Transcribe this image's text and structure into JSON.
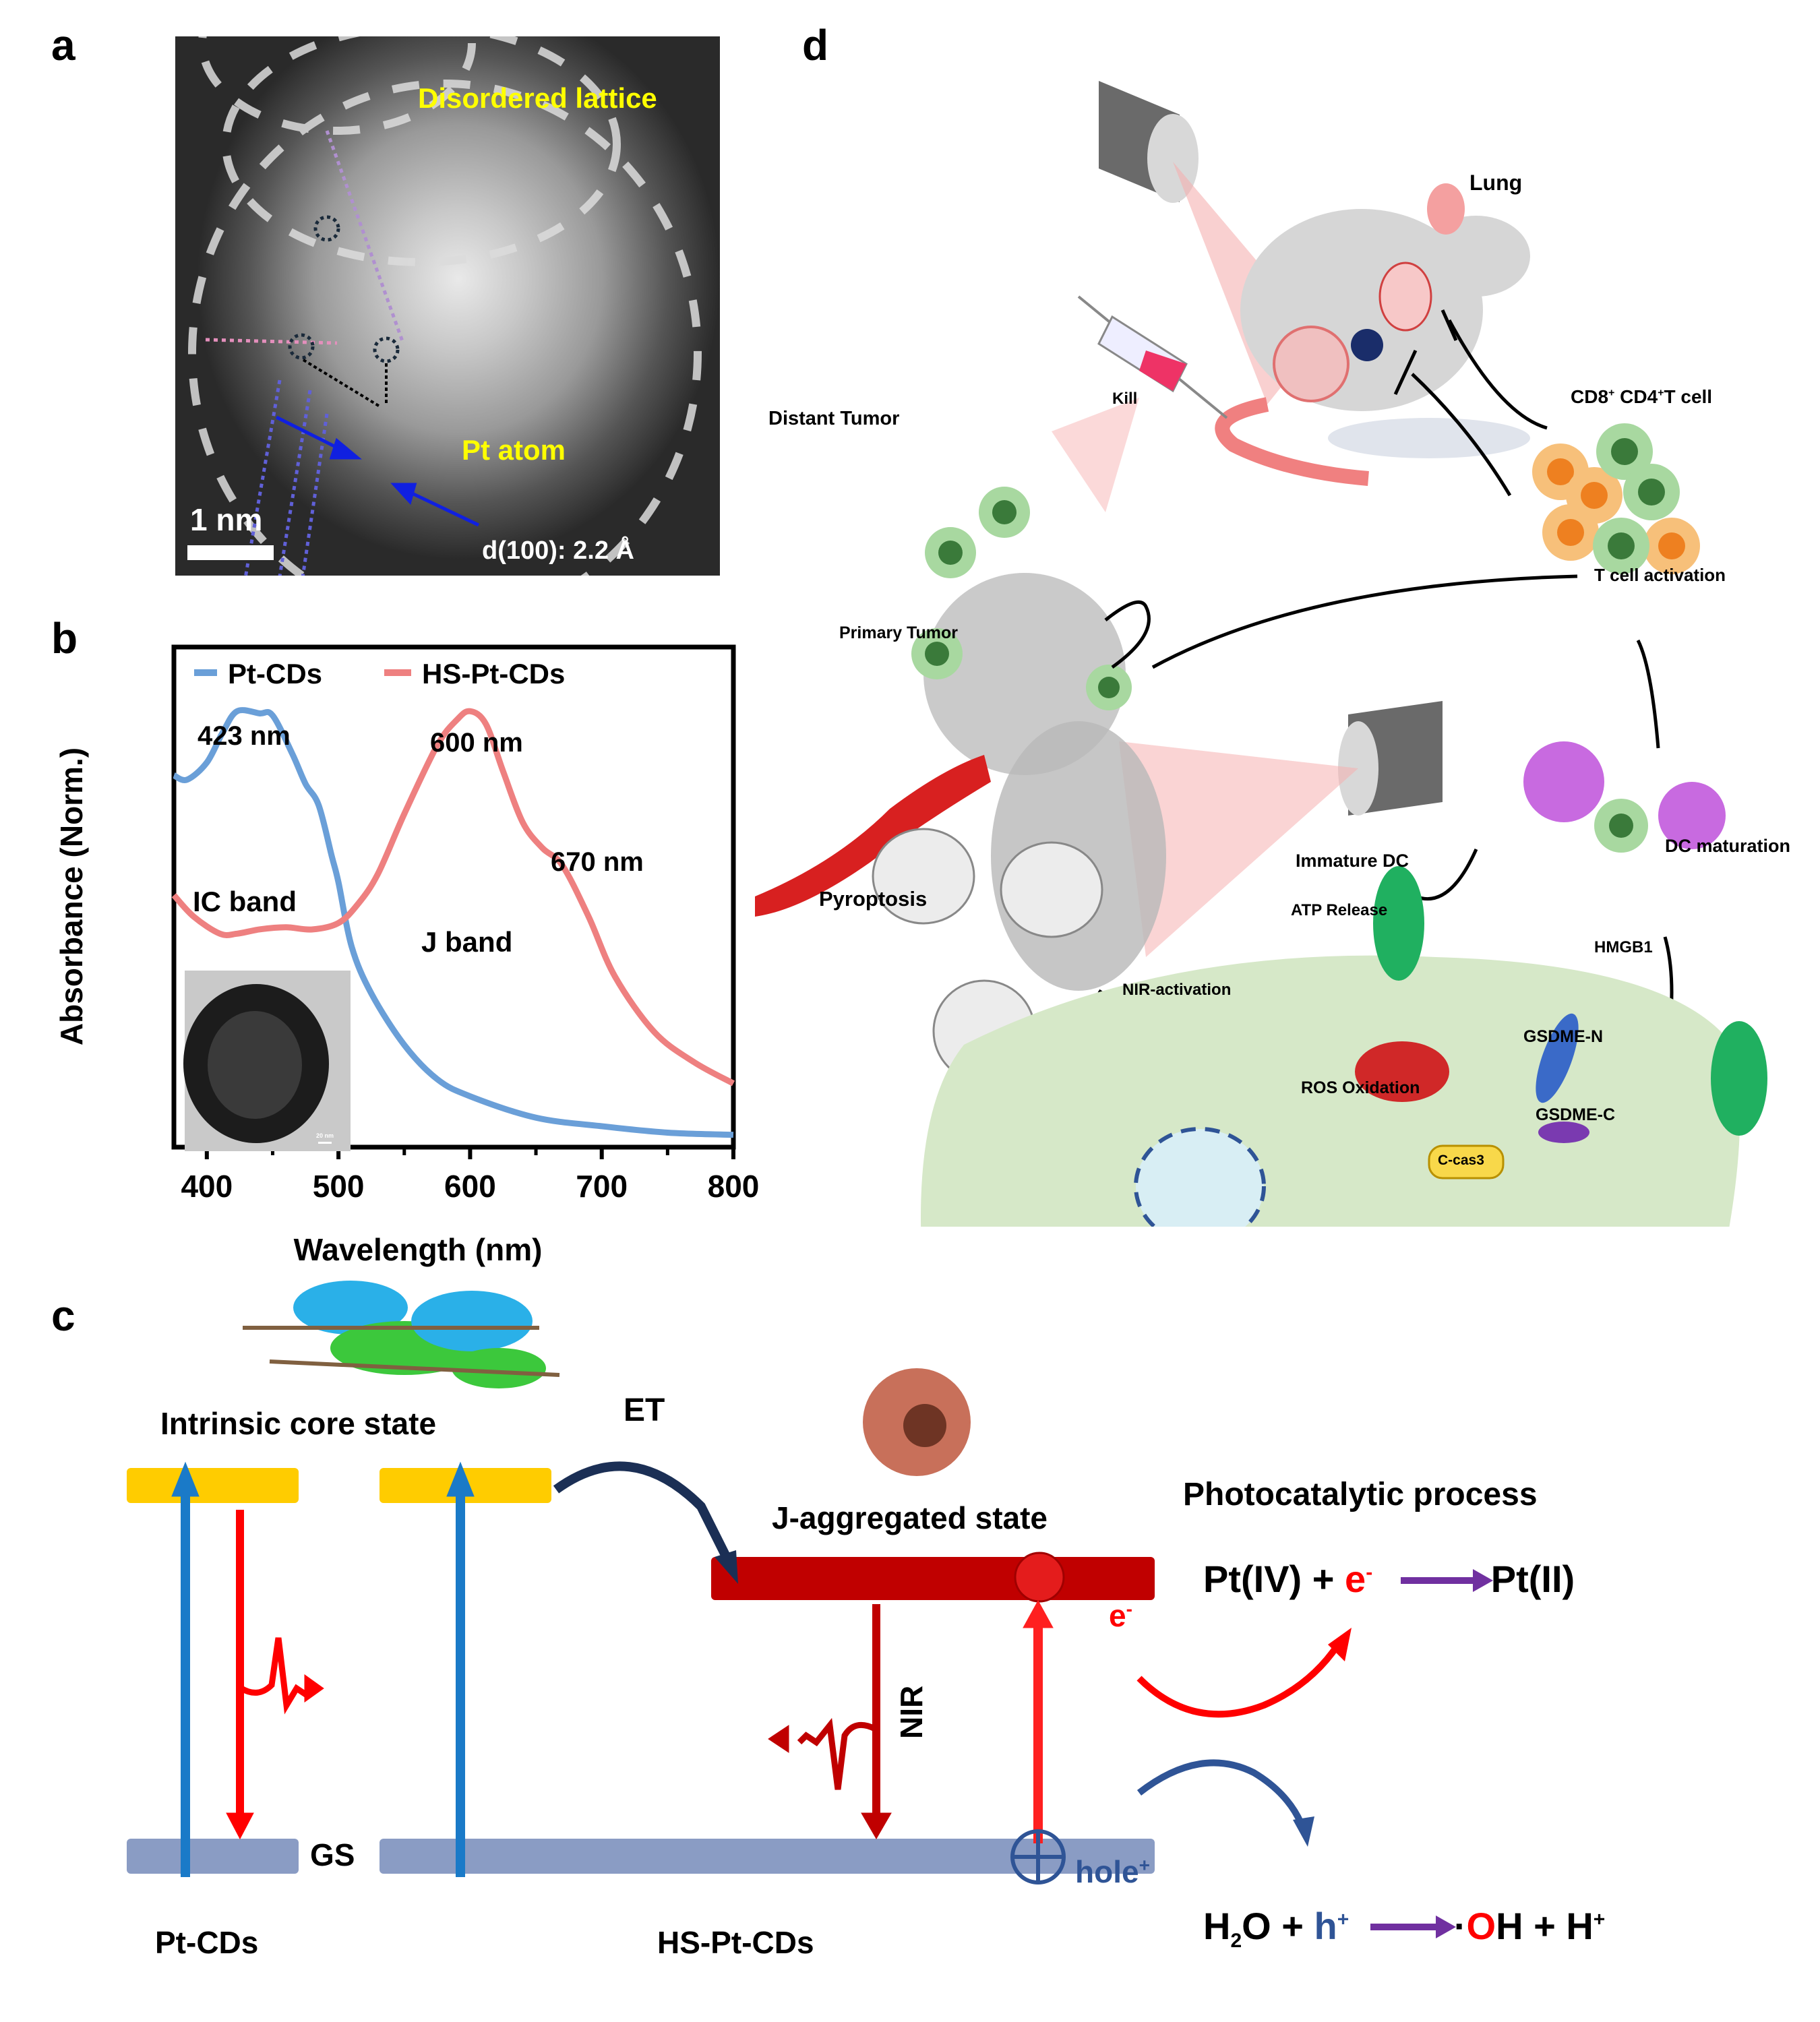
{
  "panels": {
    "a": {
      "label": "a",
      "annotations": {
        "disordered": "Disordered lattice",
        "pt_atom": "Pt atom",
        "scale_bar": "1 nm",
        "d_spacing": "d(100): 2.2 Å"
      },
      "colors": {
        "annotation": "#ffff00",
        "dashed_circle": "#d8d8d8",
        "arrow": "#1020e0"
      }
    },
    "b": {
      "label": "b",
      "inset_scale": "20 nm",
      "annotations": {
        "peak1": "423 nm",
        "peak2": "600 nm",
        "shoulder": "670 nm",
        "ic_band": "IC band",
        "j_band": "J band"
      }
    },
    "c": {
      "label": "c",
      "intrinsic": "Intrinsic core state",
      "et": "ET",
      "j_state": "J-aggregated state",
      "nir": "NIR",
      "gs": "GS",
      "pt_cds": "Pt-CDs",
      "hs_pt_cds": "HS-Pt-CDs",
      "photocatalytic": "Photocatalytic process",
      "electron": "e",
      "electron_sup": "-",
      "hole": "hole",
      "hole_sup": "+",
      "reaction1": {
        "lhs": "Pt(IV) + ",
        "e": "e",
        "e_sup": "-",
        "rhs": "Pt(II)"
      },
      "reaction2": {
        "h": "H",
        "sub2": "2",
        "o": "O + ",
        "hp": "h",
        "hp_sup": "+",
        "dot": "·",
        "oh_o": "O",
        "oh_h": "H + H",
        "rhs_sup": "+"
      },
      "colors": {
        "core": "#ffcc00",
        "excite": "#1a7ac8",
        "emit": "#ff0000",
        "j_bar": "#c00000",
        "gs_bar": "#8a9cc4",
        "et_arrow": "#1b2f55",
        "hole": "#2f5496",
        "reaction_arrow": "#7030a0"
      }
    },
    "d": {
      "label": "d",
      "labels": {
        "lung": "Lung",
        "distant": "Distant Tumor",
        "kill": "Kill",
        "tcell": "CD8",
        "tcell_sup1": "+",
        "tcell2": " CD4",
        "tcell_sup2": "+",
        "tcell3": "T cell",
        "primary": "Primary Tumor",
        "activation": "T cell activation",
        "pyroptosis": "Pyroptosis",
        "immature": "Immature DC",
        "maturation": "DC maturation",
        "atp": "ATP Release",
        "hmgb1": "HMGB1",
        "nir_act": "NIR-activation",
        "ros": "ROS Oxidation",
        "gsdme_n": "GSDME-N",
        "gsdme_c": "GSDME-C",
        "ccas3": "C-cas3"
      }
    }
  },
  "chart_data": {
    "type": "line",
    "title": "",
    "xlabel": "Wavelength (nm)",
    "ylabel": "Absorbance (Norm.)",
    "xlim": [
      375,
      800
    ],
    "ylim": [
      0,
      1.15
    ],
    "xticks": [
      400,
      500,
      600,
      700,
      800
    ],
    "xminor": [
      450,
      550,
      650,
      750
    ],
    "grid": false,
    "legend_position": "top",
    "series": [
      {
        "name": "Pt-CDs",
        "color": "#6a9fd8",
        "x": [
          375,
          385,
          400,
          412,
          423,
          440,
          450,
          465,
          475,
          485,
          495,
          500,
          510,
          525,
          550,
          575,
          600,
          650,
          700,
          750,
          800
        ],
        "y": [
          0.85,
          0.84,
          0.88,
          0.95,
          1.0,
          0.995,
          0.99,
          0.9,
          0.83,
          0.78,
          0.66,
          0.6,
          0.45,
          0.34,
          0.22,
          0.14,
          0.1,
          0.05,
          0.03,
          0.015,
          0.01
        ]
      },
      {
        "name": "HS-Pt-CDs",
        "color": "#ee8080",
        "x": [
          375,
          390,
          410,
          423,
          440,
          460,
          480,
          500,
          515,
          530,
          550,
          575,
          590,
          600,
          612,
          625,
          640,
          655,
          670,
          690,
          710,
          740,
          770,
          800
        ],
        "y": [
          0.57,
          0.52,
          0.48,
          0.48,
          0.49,
          0.495,
          0.49,
          0.505,
          0.55,
          0.62,
          0.76,
          0.92,
          0.98,
          1.0,
          0.97,
          0.86,
          0.74,
          0.68,
          0.64,
          0.52,
          0.38,
          0.25,
          0.18,
          0.13
        ]
      }
    ],
    "annotations": [
      "423 nm",
      "600 nm",
      "670 nm",
      "IC band",
      "J band"
    ]
  }
}
